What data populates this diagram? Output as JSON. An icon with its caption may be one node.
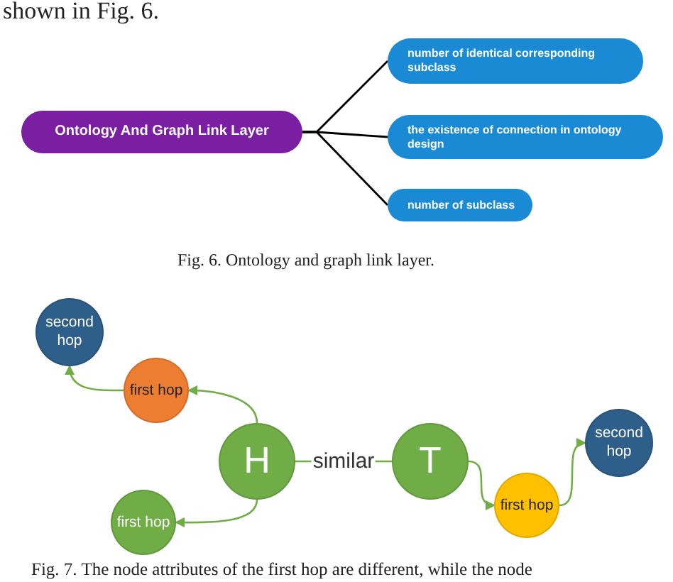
{
  "diagram": {
    "nodes": [
      {
        "text": [
          "Ontology And Graph Link Layer"
        ]
      },
      {
        "text": [
          "number of identical corresponding subclass"
        ]
      },
      {
        "text": [
          "the existence of connection in ontology design"
        ]
      },
      {
        "text": [
          "number of subclass"
        ]
      },
      {
        "text": [
          "second hop"
        ]
      },
      {
        "text": [
          "first hop"
        ]
      },
      {
        "text": [
          "H"
        ]
      },
      {
        "text": [
          "T"
        ]
      },
      {
        "text": [
          "second hop"
        ]
      },
      {
        "text": [
          "first hop"
        ]
      },
      {
        "text": [
          "first hop"
        ]
      }
    ],
    "edges": [
      {
        "from": 0,
        "to": 1,
        "arrow": "none",
        "color": "#000000"
      },
      {
        "from": 0,
        "to": 2,
        "arrow": "none",
        "color": "#000000"
      },
      {
        "from": 0,
        "to": 3,
        "arrow": "none",
        "color": "#000000"
      },
      {
        "from": 6,
        "to": 5,
        "arrow": "to"
      },
      {
        "from": 5,
        "to": 4,
        "arrow": "to"
      },
      {
        "from": 6,
        "to": 9,
        "arrow": "to"
      },
      {
        "from": 6,
        "to": 7,
        "arrow": "none",
        "label": "similar"
      },
      {
        "from": 7,
        "to": 10,
        "arrow": "to"
      },
      {
        "from": 10,
        "to": 8,
        "arrow": "to"
      }
    ],
    "labels": [
      "shown in Fig. 6.",
      "Fig. 6. Ontology and graph link layer.",
      "Fig. 7. The node attributes of the first hop are different, while the node"
    ]
  }
}
